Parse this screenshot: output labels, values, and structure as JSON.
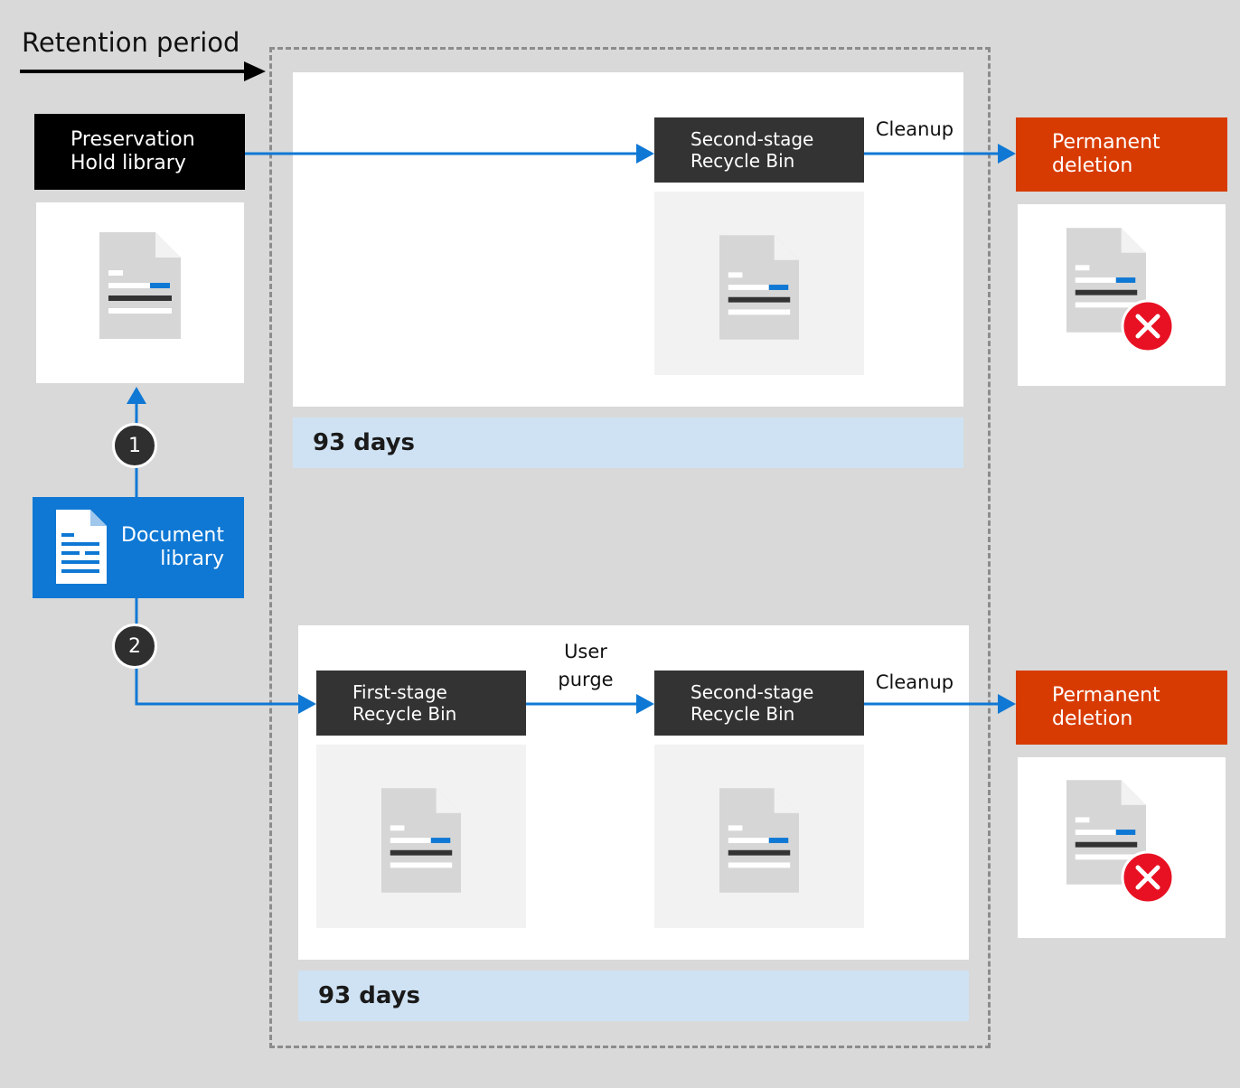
{
  "title": "Retention period",
  "preservation_hold": {
    "line1": "Preservation",
    "line2": "Hold library"
  },
  "document_library": {
    "line1": "Document",
    "line2": "library"
  },
  "steps": [
    "1",
    "2"
  ],
  "top_path": {
    "second_stage": {
      "line1": "Second-stage",
      "line2": "Recycle Bin"
    },
    "cleanup": "Cleanup",
    "permanent": {
      "line1": "Permanent",
      "line2": "deletion"
    },
    "days": "93 days"
  },
  "bottom_path": {
    "first_stage": {
      "line1": "First-stage",
      "line2": "Recycle Bin"
    },
    "user_purge": {
      "line1": "User",
      "line2": "purge"
    },
    "second_stage": {
      "line1": "Second-stage",
      "line2": "Recycle Bin"
    },
    "cleanup": "Cleanup",
    "permanent": {
      "line1": "Permanent",
      "line2": "deletion"
    },
    "days": "93 days"
  },
  "colors": {
    "background": "#d9d9d9",
    "arrow_blue": "#0f78d4",
    "orange": "#d83b01",
    "band_blue": "#cfe2f3",
    "delete_red": "#e81123"
  },
  "icons": [
    "document-icon",
    "delete-x-icon",
    "arrow-right-icon"
  ]
}
